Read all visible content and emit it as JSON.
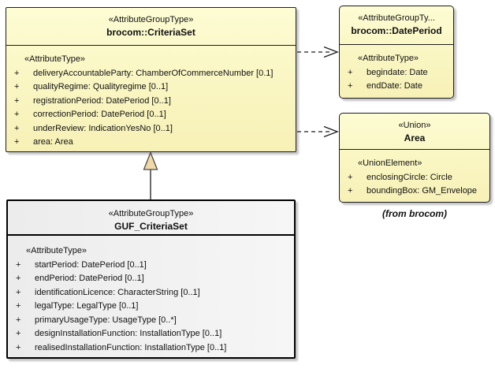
{
  "diagram_type": "uml-class-diagram",
  "colors": {
    "class_fill": "#FAF6C2",
    "guf_fill": "#F0F0F0",
    "border": "#1C1C1C",
    "generalization_triangle_fill": "#F0D9A6",
    "background": "#FFFFFF"
  },
  "criteriaSet": {
    "stereotype": "«AttributeGroupType»",
    "name": "brocom::CriteriaSet",
    "section": "«AttributeType»",
    "attrs": [
      {
        "vis": "+",
        "text": "deliveryAccountableParty: ChamberOfCommerceNumber [0.1]"
      },
      {
        "vis": "+",
        "text": "qualityRegime: Qualityregime [0..1]"
      },
      {
        "vis": "+",
        "text": "registrationPeriod: DatePeriod [0..1]"
      },
      {
        "vis": "+",
        "text": "correctionPeriod: DatePeriod [0..1]"
      },
      {
        "vis": "+",
        "text": "underReview: IndicationYesNo [0..1]"
      },
      {
        "vis": "+",
        "text": "area: Area"
      }
    ]
  },
  "datePeriod": {
    "stereotype": "«AttributeGroupTy...",
    "name": "brocom::DatePeriod",
    "section": "«AttributeType»",
    "attrs": [
      {
        "vis": "+",
        "text": "begindate: Date"
      },
      {
        "vis": "+",
        "text": "endDate: Date"
      }
    ]
  },
  "area": {
    "stereotype": "«Union»",
    "name": "Area",
    "section": "«UnionElement»",
    "attrs": [
      {
        "vis": "+",
        "text": "enclosingCircle: Circle"
      },
      {
        "vis": "+",
        "text": "boundingBox: GM_Envelope"
      }
    ]
  },
  "guf": {
    "stereotype": "«AttributeGroupType»",
    "name": "GUF_CriteriaSet",
    "section": "«AttributeType»",
    "attrs": [
      {
        "vis": "+",
        "text": "startPeriod: DatePeriod [0..1]"
      },
      {
        "vis": "+",
        "text": "endPeriod: DatePeriod [0..1]"
      },
      {
        "vis": "+",
        "text": "identificationLicence: CharacterString [0..1]"
      },
      {
        "vis": "+",
        "text": "legalType: LegalType [0..1]"
      },
      {
        "vis": "+",
        "text": "primaryUsageType: UsageType [0..*]"
      },
      {
        "vis": "+",
        "text": "designInstallationFunction: InstallationType [0..1]"
      },
      {
        "vis": "+",
        "text": "realisedInstallationFunction: InstallationType [0..1]"
      }
    ]
  },
  "note": "(from brocom)"
}
